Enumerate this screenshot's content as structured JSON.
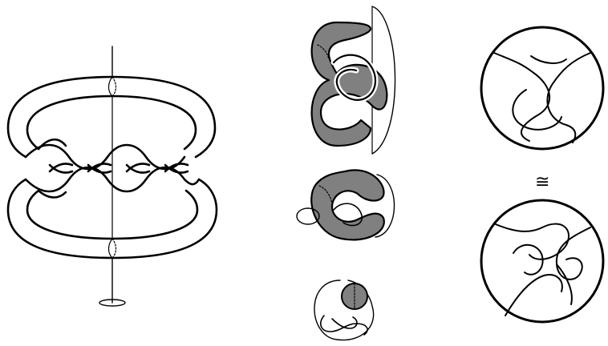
{
  "figure": {
    "annotation_symbol": "≅",
    "colors": {
      "stroke": "#000000",
      "background": "#ffffff",
      "shaded_surface": "#808080",
      "band_fill": "#ffffff"
    },
    "panels": [
      {
        "name": "twisted-band-torus-with-axis"
      },
      {
        "name": "shaded-surface-sequence"
      },
      {
        "name": "tangles-in-balls"
      }
    ]
  }
}
